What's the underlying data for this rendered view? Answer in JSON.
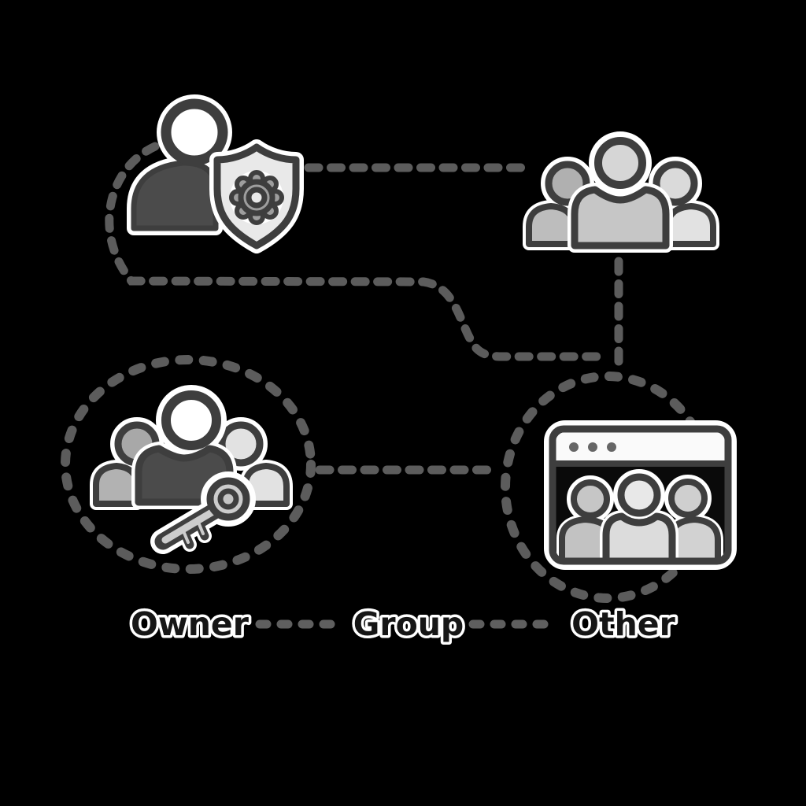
{
  "diagram": {
    "type": "file-permissions-diagram",
    "background_color": "#000000",
    "labels": {
      "owner": "Owner",
      "group": "Group",
      "other": "Other"
    },
    "nodes": [
      {
        "id": "admin-user",
        "icon": "user-shield-gear-icon",
        "encircled": false
      },
      {
        "id": "group-users",
        "icon": "three-users-group-icon",
        "encircled": false
      },
      {
        "id": "owner-users",
        "icon": "users-with-key-icon",
        "encircled": true,
        "label": "Owner"
      },
      {
        "id": "other-users",
        "icon": "browser-window-users-icon",
        "encircled": true,
        "label": "Other"
      }
    ],
    "connections": [
      {
        "from": "admin-user",
        "to": "group-users",
        "style": "dashed",
        "route": "horizontal-top"
      },
      {
        "from": "admin-user",
        "to": "junction",
        "style": "dashed",
        "route": "loop-left-then-right"
      },
      {
        "from": "group-users",
        "to": "other-users",
        "style": "dashed",
        "route": "vertical"
      },
      {
        "from": "owner-users",
        "to": "other-users",
        "style": "dashed",
        "route": "horizontal-middle"
      },
      {
        "from": "owner-label",
        "to": "group-label",
        "style": "dashed",
        "route": "horizontal-bottom"
      },
      {
        "from": "group-label",
        "to": "other-label",
        "style": "dashed",
        "route": "horizontal-bottom"
      }
    ],
    "colors": {
      "dash": "#5c5c5c",
      "outline": "#3e3e3e",
      "halo": "#ffffff",
      "dark_fill": "#4b4b4b",
      "mid_fill": "#c6c6c6",
      "light_fill": "#e6e6e6",
      "gray_fill": "#b0b0b0",
      "gear_fill": "#9e9e9e",
      "shield_fill": "#e9e9e9",
      "head_white": "#ffffff",
      "window_bar": "#fafafa"
    }
  }
}
